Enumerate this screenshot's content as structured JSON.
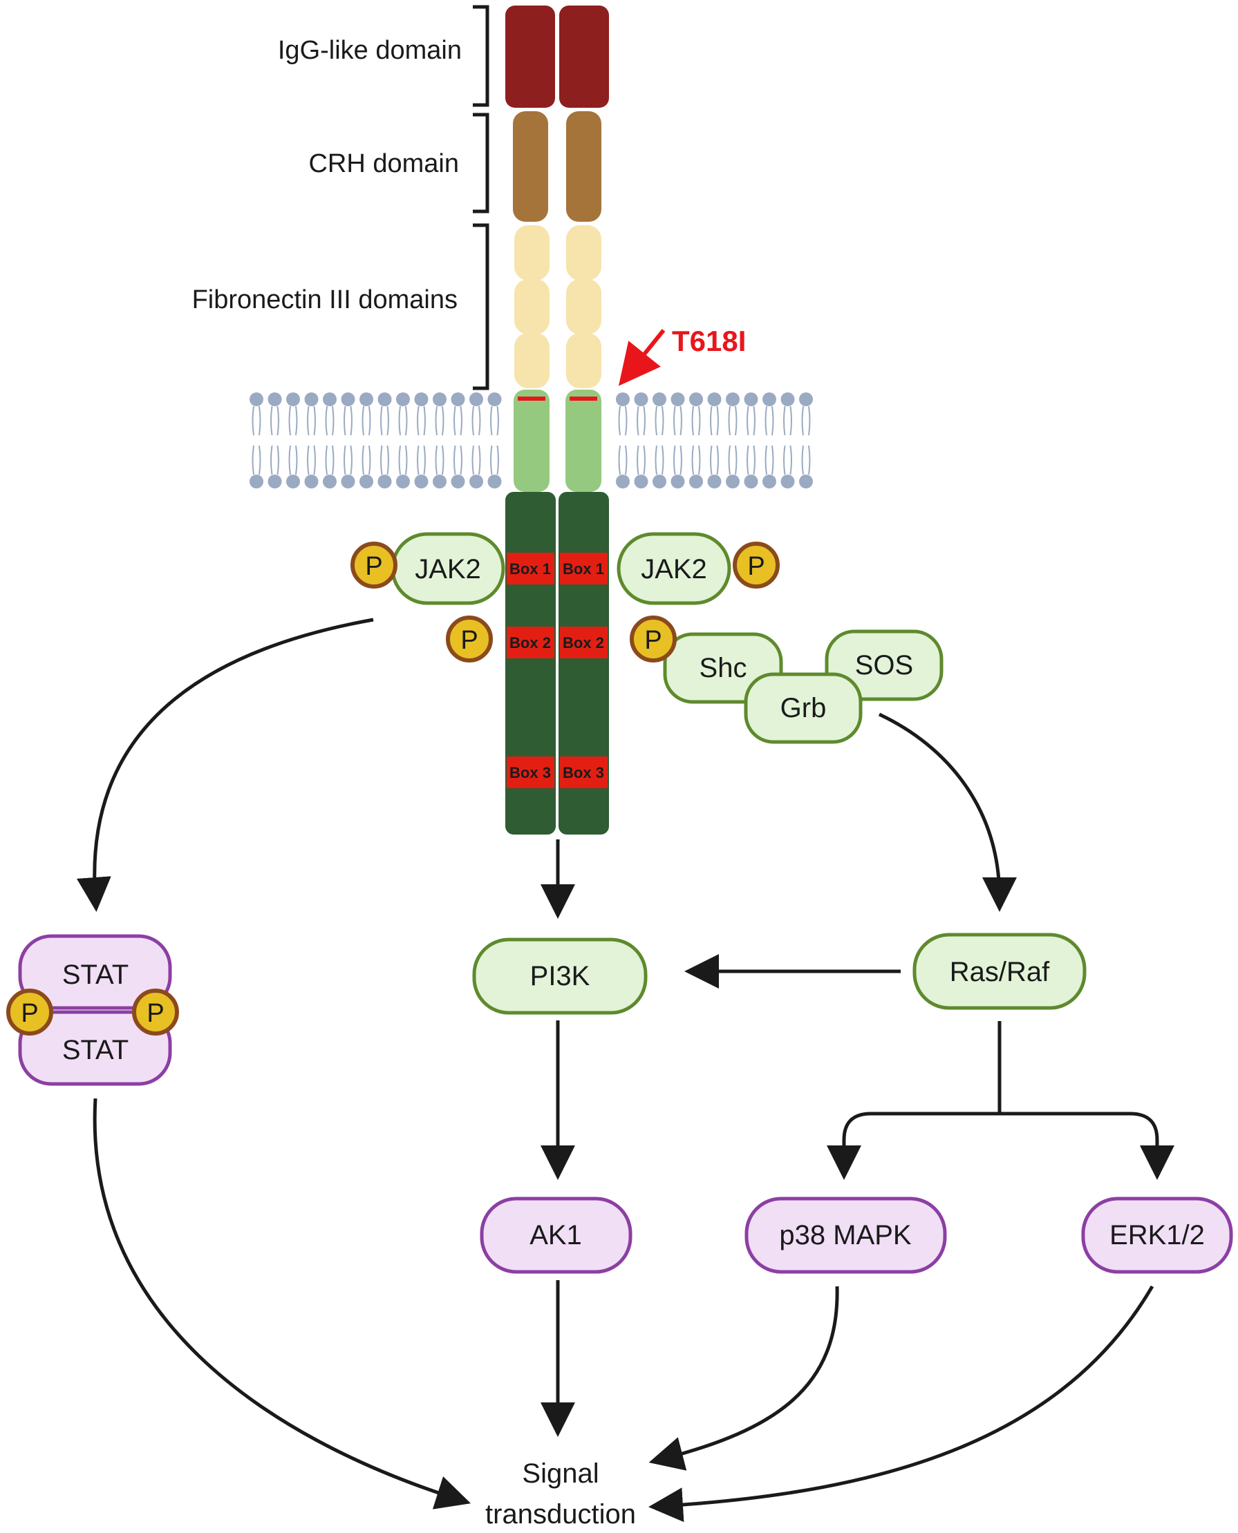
{
  "domains": {
    "igg": "IgG-like domain",
    "crh": "CRH domain",
    "fn3": "Fibronectin III domains"
  },
  "mutation": "T618I",
  "boxes": {
    "box1": "Box 1",
    "box2": "Box 2",
    "box3": "Box 3"
  },
  "proteins": {
    "jak2_left": "JAK2",
    "jak2_right": "JAK2",
    "shc": "Shc",
    "grb": "Grb",
    "sos": "SOS",
    "stat_top": "STAT",
    "stat_bottom": "STAT",
    "pi3k": "PI3K",
    "ras_raf": "Ras/Raf",
    "ak1": "AK1",
    "p38": "p38 MAPK",
    "erk": "ERK1/2"
  },
  "phospho": "P",
  "output": {
    "line1": "Signal",
    "line2": "transduction"
  },
  "colors": {
    "igg": "#8e1f1f",
    "crh": "#a5743a",
    "fn3": "#f6e4ac",
    "tm": "#96c980",
    "cytoplasmic": "#2f5c33",
    "box": "#e31f13",
    "mutation": "#e8161b",
    "green_node_fill": "#e2f3d8",
    "green_node_stroke": "#5e8a2c",
    "purple_node_fill": "#f1dff6",
    "purple_node_stroke": "#8c3fa3",
    "phospho_fill": "#e8c024",
    "phospho_stroke": "#8b4a1c",
    "membrane_head": "#9aaac2"
  }
}
